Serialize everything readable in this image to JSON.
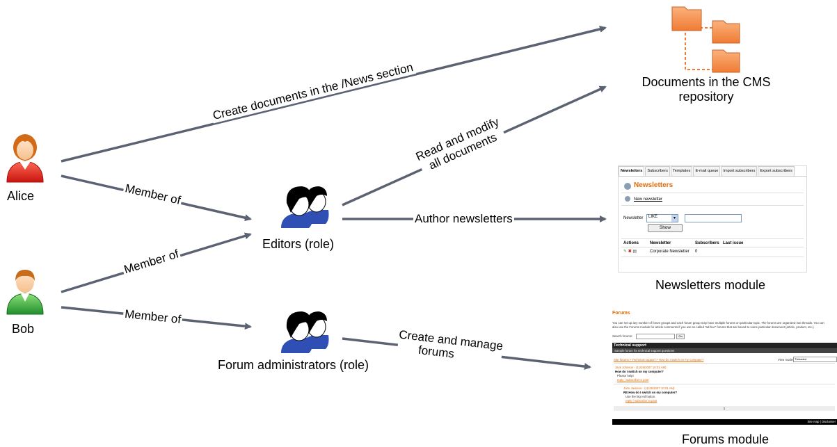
{
  "nodes": {
    "alice": "Alice",
    "bob": "Bob",
    "editors": "Editors (role)",
    "forum_admins": "Forum administrators (role)",
    "cms_repo_line1": "Documents in the CMS",
    "cms_repo_line2": "repository",
    "newsletters_module": "Newsletters module",
    "forums_module": "Forums module"
  },
  "edges": {
    "create_docs": "Create documents in the /News section",
    "alice_member": "Member of",
    "bob_member_editors": "Member of",
    "bob_member_forum": "Member of",
    "read_modify_1": "Read and modify",
    "read_modify_2": "all documents",
    "author_newsletters": "Author newsletters",
    "create_manage_1": "Create and manage",
    "create_manage_2": "forums"
  },
  "newsletters_screenshot": {
    "tabs": [
      "Newsletters",
      "Subscribers",
      "Templates",
      "E-mail queue",
      "Import subscribers",
      "Export subscribers"
    ],
    "title": "Newsletters",
    "new_link": "New newsletter",
    "filter_label": "Newsletter",
    "filter_select": "LIKE",
    "show_button": "Show",
    "columns": [
      "Actions",
      "Newsletter",
      "Subscribers",
      "Last issue"
    ],
    "row_name": "Corporate Newsletter",
    "row_subscribers": "0"
  },
  "forums_screenshot": {
    "title": "Forums",
    "intro1": "You can set up any number of forum groups and each forum group may have multiple forums on particular topic. The forums are organized into threads. You can",
    "intro2": "also use the Forums module for article comments if you use so called \"ad-hoc\" forums that are bound to some particular document (article, product, etc.).",
    "search_label": "Search forums:",
    "go_button": "Go",
    "section_title": "Technical support",
    "section_desc": "Sample forum for technical support questions",
    "breadcrumb": "Site forums > Technical support > How do I switch on my computer?",
    "view_modes_label": "View modes:",
    "view_modes_value": "Threaded",
    "post1_author": "Jack Johnson - (11/26/2007 10:01 AM)",
    "post1_subject": "How do I switch on my computer?",
    "post1_body": "Please help!",
    "post1_links": "reply | subscribe to post",
    "post2_author": "John Jackson - (11/26/2007 10:01 AM)",
    "post2_subject": "RE:How do I switch on my computer?",
    "post2_body": "Use the big red button.",
    "post2_links": "reply | subscribe to post",
    "page_num": "1",
    "footer": "Site map | Disclaimer"
  },
  "colors": {
    "arrow": "#5b6272",
    "folder": "#f5934a",
    "folder_dark": "#c8602a",
    "alice_shirt": "#e0302a",
    "bob_shirt": "#3cb44a",
    "accent_orange": "#e26b0a"
  }
}
